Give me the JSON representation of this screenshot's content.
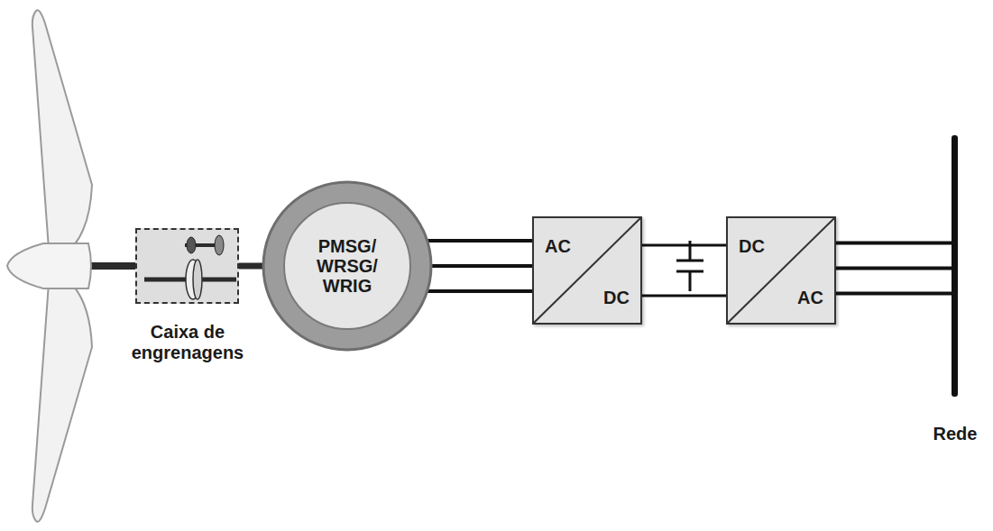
{
  "diagram": {
    "nodes": [
      {
        "text": [
          "Caixa de engrenagens"
        ]
      },
      {
        "text": [
          "PMSG/ WRSG/ WRIG"
        ]
      },
      {
        "text": [
          "AC",
          "DC"
        ]
      },
      {
        "text": [
          "DC",
          "AC"
        ]
      },
      {
        "text": [
          "Rede"
        ]
      }
    ],
    "edges": [
      {
        "from": 0,
        "to": 1,
        "arrow": "none"
      },
      {
        "from": 1,
        "to": 2,
        "arrow": "none"
      },
      {
        "from": 2,
        "to": 3,
        "arrow": "none"
      },
      {
        "from": 3,
        "to": 4,
        "arrow": "none"
      }
    ]
  }
}
